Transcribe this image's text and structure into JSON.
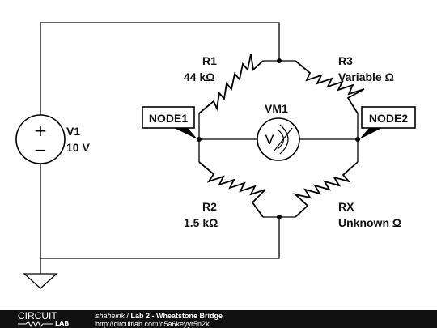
{
  "components": {
    "v1": {
      "name": "V1",
      "value": "10 V",
      "plus": "+",
      "minus": "−"
    },
    "r1": {
      "name": "R1",
      "value": "44 kΩ"
    },
    "r2": {
      "name": "R2",
      "value": "1.5 kΩ"
    },
    "r3": {
      "name": "R3",
      "value": "Variable Ω"
    },
    "rx": {
      "name": "RX",
      "value": "Unknown Ω"
    },
    "vm1": {
      "name": "VM1",
      "symbol": "V"
    }
  },
  "nodes": {
    "left": "NODE1",
    "right": "NODE2"
  },
  "footer": {
    "logo_top": "CIRCUIT",
    "logo_bottom": "LAB",
    "user": "shaheink",
    "separator": " / ",
    "title": "Lab 2 - Wheatstone Bridge",
    "url": "http://circuitlab.com/c5a6keyyr5n2k"
  },
  "colors": {
    "background": "#ffffff",
    "footer_bg": "#111111",
    "wire": "#000000",
    "tag_fill": "#ffffff",
    "node_dot": "#000000"
  }
}
